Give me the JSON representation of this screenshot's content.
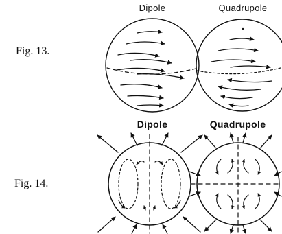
{
  "figures": [
    {
      "label": "Fig. 13.",
      "panels": [
        {
          "title": "Dipole"
        },
        {
          "title": "Quadrupole"
        }
      ]
    },
    {
      "label": "Fig. 14.",
      "panels": [
        {
          "title": "Dipole"
        },
        {
          "title": "Quadrupole"
        }
      ]
    }
  ]
}
